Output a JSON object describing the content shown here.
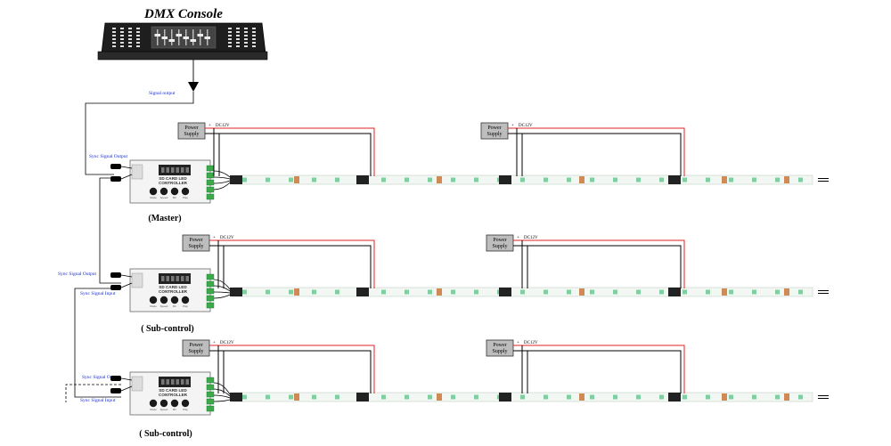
{
  "console": {
    "title": "DMX Console",
    "signal_output": "Signal output"
  },
  "labels": {
    "sync_output": "Sync Signal Output",
    "sync_input": "Sync Signal Input",
    "power_supply": [
      "Power",
      "Supply"
    ],
    "dc": "DC12V",
    "plus": "+",
    "controller": [
      "SD CARD LED",
      "CONTROLLER"
    ],
    "buttons": [
      "Mode",
      "Speed",
      "Bri",
      "Play"
    ]
  },
  "controllers": [
    {
      "role": "(Master)"
    },
    {
      "role": "( Sub-control)"
    },
    {
      "role": "( Sub-control)"
    }
  ],
  "colors": {
    "red_wire": "#e02020",
    "black_wire": "#000000",
    "blue_text": "#1a2fc9",
    "strip_led": "#7fcfa0",
    "strip_chip": "#d08a55",
    "terminal_green": "#3aaa4a"
  }
}
